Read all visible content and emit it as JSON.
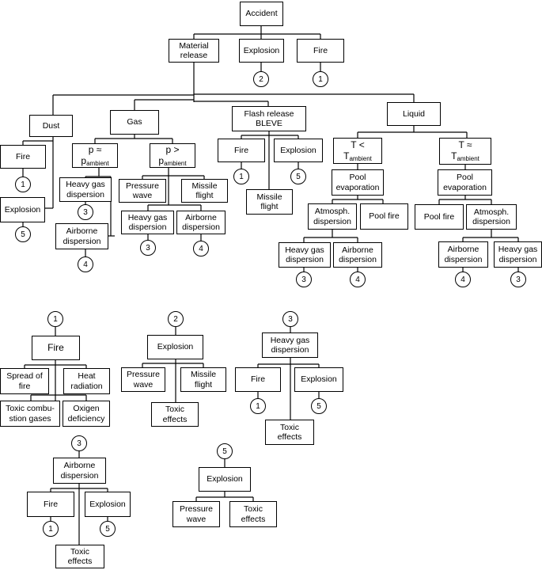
{
  "nodes": {
    "accident": [
      "Accident"
    ],
    "material_release": [
      "Material",
      "release"
    ],
    "explosion_top": [
      "Explosion"
    ],
    "fire_top": [
      "Fire"
    ],
    "dust": [
      "Dust"
    ],
    "gas": [
      "Gas"
    ],
    "flash": [
      "Flash release",
      "BLEVE"
    ],
    "liquid": [
      "Liquid"
    ],
    "dust_fire": [
      "Fire"
    ],
    "dust_explosion": [
      "Explosion"
    ],
    "p_approx": {
      "main": "p ≈",
      "sym": "p",
      "sub": "ambient"
    },
    "p_greater": {
      "main": "p >",
      "sym": "p",
      "sub": "ambient"
    },
    "heavy_gas_a": [
      "Heavy gas",
      "dispersion"
    ],
    "airborne_a": [
      "Airborne",
      "dispersion"
    ],
    "pressure_wave_a": [
      "Pressure",
      "wave"
    ],
    "missile_flight_a": [
      "Missile",
      "flight"
    ],
    "heavy_gas_b": [
      "Heavy gas",
      "dispersion"
    ],
    "airborne_b": [
      "Airborne",
      "dispersion"
    ],
    "flash_fire": [
      "Fire"
    ],
    "flash_explosion": [
      "Explosion"
    ],
    "flash_missile": [
      "Missile",
      "flight"
    ],
    "t_less": {
      "main": "T <",
      "sym": "T",
      "sub": "ambient"
    },
    "t_approx": {
      "main": "T ≈",
      "sym": "T",
      "sub": "ambient"
    },
    "pool_evap_l": [
      "Pool",
      "evaporation"
    ],
    "atmos_l": [
      "Atmosph.",
      "dispersion"
    ],
    "pool_fire_l": [
      "Pool fire"
    ],
    "heavy_gas_l": [
      "Heavy gas",
      "dispersion"
    ],
    "airborne_l": [
      "Airborne",
      "dispersion"
    ],
    "pool_evap_r": [
      "Pool",
      "evaporation"
    ],
    "pool_fire_r": [
      "Pool fire"
    ],
    "atmos_r": [
      "Atmosph.",
      "dispersion"
    ],
    "airborne_r": [
      "Airborne",
      "dispersion"
    ],
    "heavy_gas_r": [
      "Heavy gas",
      "dispersion"
    ],
    "s1_fire": [
      "Fire"
    ],
    "s1_spread": [
      "Spread of",
      "fire"
    ],
    "s1_heat": [
      "Heat",
      "radiation"
    ],
    "s1_toxic_comb": [
      "Toxic combu-",
      "stion gases"
    ],
    "s1_oxigen": [
      "Oxigen",
      "deficiency"
    ],
    "s2_explosion": [
      "Explosion"
    ],
    "s2_pressure": [
      "Pressure",
      "wave"
    ],
    "s2_missile": [
      "Missile",
      "flight"
    ],
    "s2_toxic": [
      "Toxic",
      "effects"
    ],
    "s3_heavy": [
      "Heavy gas",
      "dispersion"
    ],
    "s3_fire": [
      "Fire"
    ],
    "s3_explosion": [
      "Explosion"
    ],
    "s3_toxic": [
      "Toxic",
      "effects"
    ],
    "s4_airborne": [
      "Airborne",
      "dispersion"
    ],
    "s4_fire": [
      "Fire"
    ],
    "s4_explosion": [
      "Explosion"
    ],
    "s4_toxic": [
      "Toxic",
      "effects"
    ],
    "s5_explosion": [
      "Explosion"
    ],
    "s5_pressure": [
      "Pressure",
      "wave"
    ],
    "s5_toxic": [
      "Toxic",
      "effects"
    ]
  },
  "refs": {
    "explosion_top": "2",
    "fire_top": "1",
    "dust_fire": "1",
    "dust_explosion": "5",
    "heavy_gas_a": "3",
    "airborne_a": "4",
    "heavy_gas_b": "3",
    "airborne_b": "4",
    "flash_fire": "1",
    "flash_explosion": "5",
    "heavy_gas_l": "3",
    "airborne_l": "4",
    "airborne_r": "4",
    "heavy_gas_r": "3",
    "s1_header": "1",
    "s2_header": "2",
    "s3_header": "3",
    "s3_fire": "1",
    "s3_explosion": "5",
    "s4_header": "3",
    "s4_fire": "1",
    "s4_explosion": "5",
    "s5_header": "5"
  }
}
